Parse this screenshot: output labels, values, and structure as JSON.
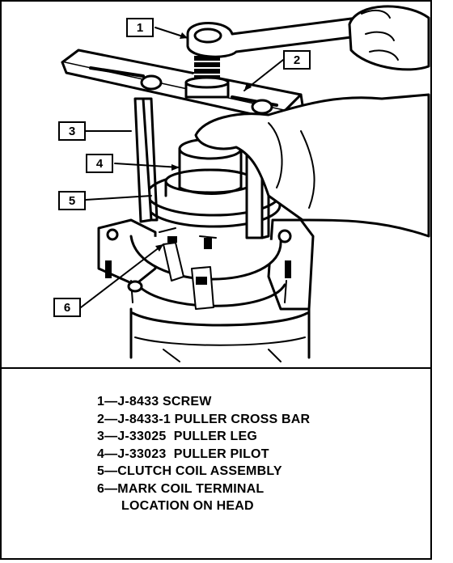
{
  "callouts": [
    "1",
    "2",
    "3",
    "4",
    "5",
    "6"
  ],
  "legend": [
    {
      "id": "1",
      "text": "1—J-8433 SCREW"
    },
    {
      "id": "2",
      "text": "2—J-8433-1 PULLER CROSS BAR"
    },
    {
      "id": "3",
      "text": "3—J-33025  PULLER LEG"
    },
    {
      "id": "4",
      "text": "4—J-33023  PULLER PILOT"
    },
    {
      "id": "5",
      "text": "5—CLUTCH COIL ASSEMBLY"
    },
    {
      "id": "6",
      "text": "6—MARK COIL TERMINAL",
      "continuation": "LOCATION ON HEAD"
    }
  ]
}
